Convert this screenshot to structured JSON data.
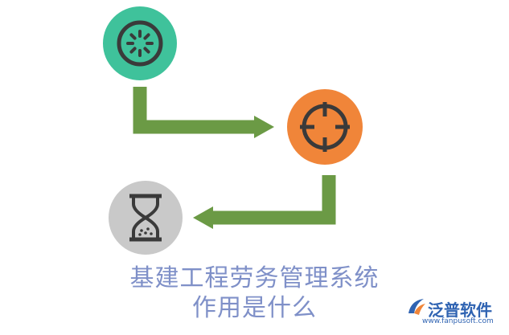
{
  "diagram": {
    "nodes": [
      {
        "id": "start",
        "icon": "aperture-icon",
        "color": "#3fc29b"
      },
      {
        "id": "target",
        "icon": "crosshair-icon",
        "color": "#f08539"
      },
      {
        "id": "timer",
        "icon": "hourglass-icon",
        "color": "#c9c9c9"
      }
    ],
    "arrow_color": "#6b9a45",
    "icon_stroke_color": "#3a3a3a"
  },
  "title": {
    "line1": "基建工程劳务管理系统",
    "line2": "作用是什么",
    "color": "#7f90c8"
  },
  "watermark": {
    "brand": "泛普软件",
    "url": "www.fanpusoft.com",
    "color": "#2f63b2",
    "accent": "#f08539"
  }
}
